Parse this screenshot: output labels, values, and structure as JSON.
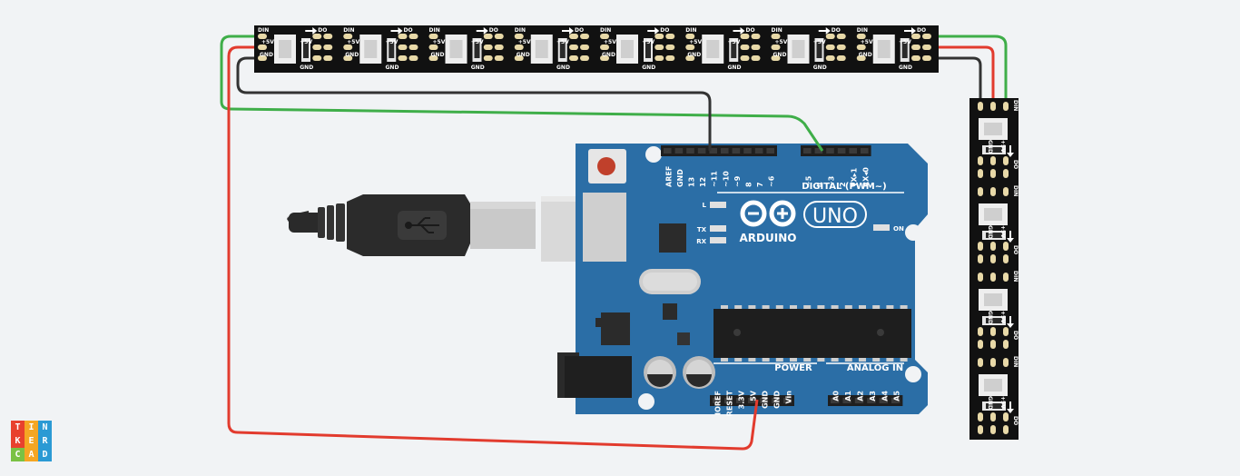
{
  "strip_horizontal": {
    "segments": 8,
    "labels": {
      "din": "DIN",
      "do": "DO",
      "v5": "+5V",
      "gnd": "GND"
    }
  },
  "strip_vertical": {
    "segments": 4,
    "labels": {
      "din": "DIN",
      "do": "DO",
      "v5": "+5V",
      "gnd": "GND"
    }
  },
  "board": {
    "brand": "ARDUINO",
    "model": "UNO",
    "digital_label": "DIGITAL (PWM~)",
    "power_label": "POWER",
    "analog_label": "ANALOG IN",
    "led_l": "L",
    "led_tx": "TX",
    "led_rx": "RX",
    "led_on": "ON",
    "digital_pins": [
      "AREF",
      "GND",
      "13",
      "12",
      "~11",
      "~10",
      "~9",
      "8",
      "7",
      "~6",
      "~5",
      "4",
      "~3",
      "2",
      "TX▸1",
      "RX◂0"
    ],
    "power_pins": [
      "IOREF",
      "RESET",
      "3.3V",
      "5V",
      "GND",
      "GND",
      "Vin"
    ],
    "analog_pins": [
      "A0",
      "A1",
      "A2",
      "A3",
      "A4",
      "A5"
    ]
  },
  "wires": {
    "green": "#3fae49",
    "red": "#e23b2e",
    "black": "#333333"
  },
  "colors": {
    "board_blue": "#2b6ea6",
    "strip_black": "#111111",
    "usb_black": "#2a2a2a"
  },
  "logo": {
    "letters": [
      "T",
      "I",
      "N",
      "K",
      "E",
      "R",
      "C",
      "A",
      "D"
    ],
    "colors": [
      "#e8412d",
      "#f5a623",
      "#2b9ad4",
      "#e8412d",
      "#f5a623",
      "#2b9ad4",
      "#7ac143",
      "#f5a623",
      "#2b9ad4"
    ]
  }
}
